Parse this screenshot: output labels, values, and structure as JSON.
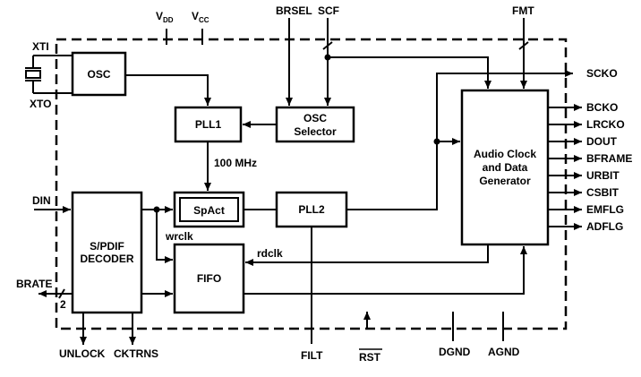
{
  "blocks": {
    "osc": "OSC",
    "pll1": "PLL1",
    "osc_selector": [
      "OSC",
      "Selector"
    ],
    "spact": "SpAct",
    "pll2": "PLL2",
    "spdif_decoder": [
      "S/PDIF",
      "DECODER"
    ],
    "fifo": "FIFO",
    "audio_gen": [
      "Audio Clock",
      "and Data",
      "Generator"
    ]
  },
  "pins_top": {
    "vdd": {
      "base": "V",
      "sub": "DD"
    },
    "vcc": {
      "base": "V",
      "sub": "CC"
    },
    "brsel": "BRSEL",
    "scf": "SCF",
    "fmt": "FMT"
  },
  "pins_left": {
    "xti": "XTI",
    "xto": "XTO",
    "din": "DIN",
    "brate": "BRATE",
    "brate_width": "2"
  },
  "pins_right": [
    "SCKO",
    "BCKO",
    "LRCKO",
    "DOUT",
    "BFRAME",
    "URBIT",
    "CSBIT",
    "EMFLG",
    "ADFLG"
  ],
  "pins_bottom": {
    "unlock": "UNLOCK",
    "cktrns": "CKTRNS",
    "filt": "FILT",
    "rst": "RST",
    "dgnd": "DGND",
    "agnd": "AGND"
  },
  "signals": {
    "freq": "100 MHz",
    "wrclk": "wrclk",
    "rdclk": "rdclk"
  }
}
